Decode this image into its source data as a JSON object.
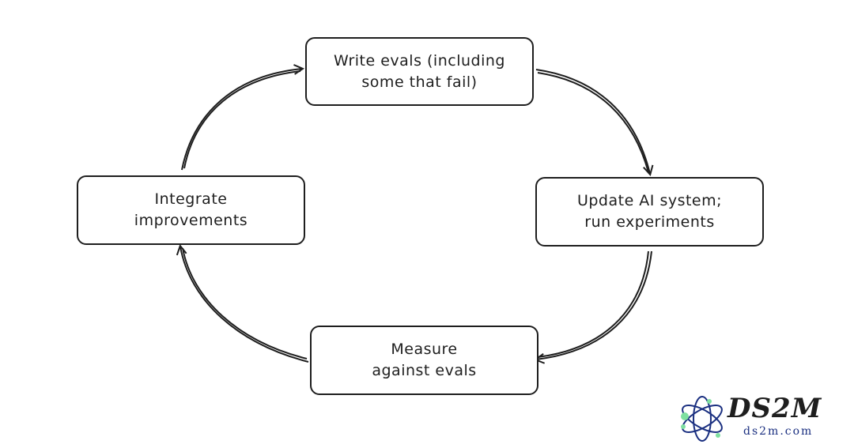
{
  "nodes": {
    "write": {
      "line1": "Write evals (including",
      "line2": "some that fail)"
    },
    "update": {
      "line1": "Update AI system;",
      "line2": "run experiments"
    },
    "measure": {
      "line1": "Measure",
      "line2": "against evals"
    },
    "integrate": {
      "line1": "Integrate",
      "line2": "improvements"
    }
  },
  "logo": {
    "title": "DS2M",
    "url": "ds2m.com"
  },
  "colors": {
    "stroke": "#1e1e1e",
    "logo_accent": "#7ee0a0",
    "logo_url": "#1a2f80"
  }
}
